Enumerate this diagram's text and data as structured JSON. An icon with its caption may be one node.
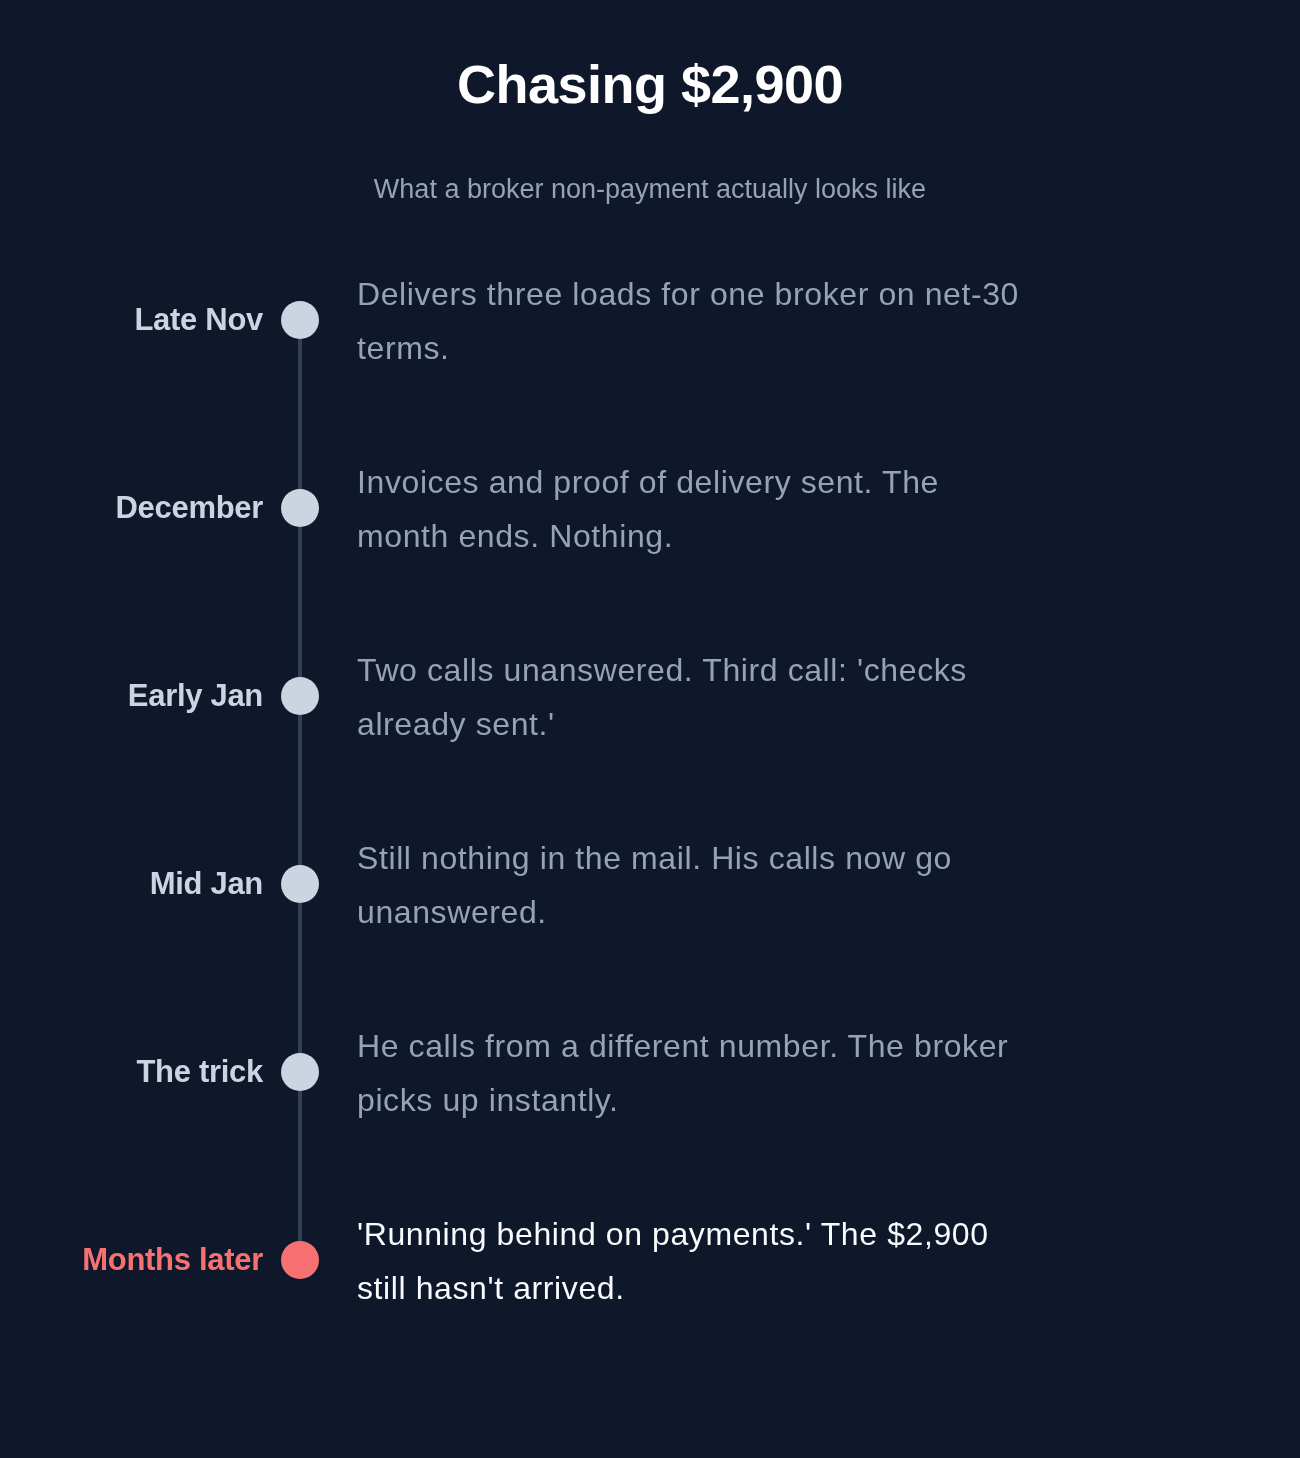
{
  "diagram": {
    "title": "Chasing $2,900",
    "caption": "What a broker non-payment actually looks like",
    "nodes": [
      {
        "text": [],
        "shape": "circle",
        "beside": [
          "Late Nov",
          "Delivers three loads for one broker on net-30 terms."
        ]
      },
      {
        "text": [],
        "shape": "circle",
        "beside": [
          "December",
          "Invoices and proof of delivery sent. The month ends. Nothing."
        ]
      },
      {
        "text": [],
        "shape": "circle",
        "beside": [
          "Early Jan",
          "Two calls unanswered. Third call: 'checks already sent.'"
        ]
      },
      {
        "text": [],
        "shape": "circle",
        "beside": [
          "Mid Jan",
          "Still nothing in the mail. His calls now go unanswered."
        ]
      },
      {
        "text": [],
        "shape": "circle",
        "beside": [
          "The trick",
          "He calls from a different number. The broker picks up instantly."
        ]
      },
      {
        "text": [],
        "shape": "circle",
        "beside": [
          "Months later",
          "'Running behind on payments.' The $2,900 still hasn't arrived."
        ]
      }
    ],
    "edges": [
      {
        "from": 0,
        "to": 1,
        "arrow": "none"
      },
      {
        "from": 1,
        "to": 2,
        "arrow": "none"
      },
      {
        "from": 2,
        "to": 3,
        "arrow": "none"
      },
      {
        "from": 3,
        "to": 4,
        "arrow": "none"
      },
      {
        "from": 4,
        "to": 5,
        "arrow": "none"
      }
    ]
  }
}
